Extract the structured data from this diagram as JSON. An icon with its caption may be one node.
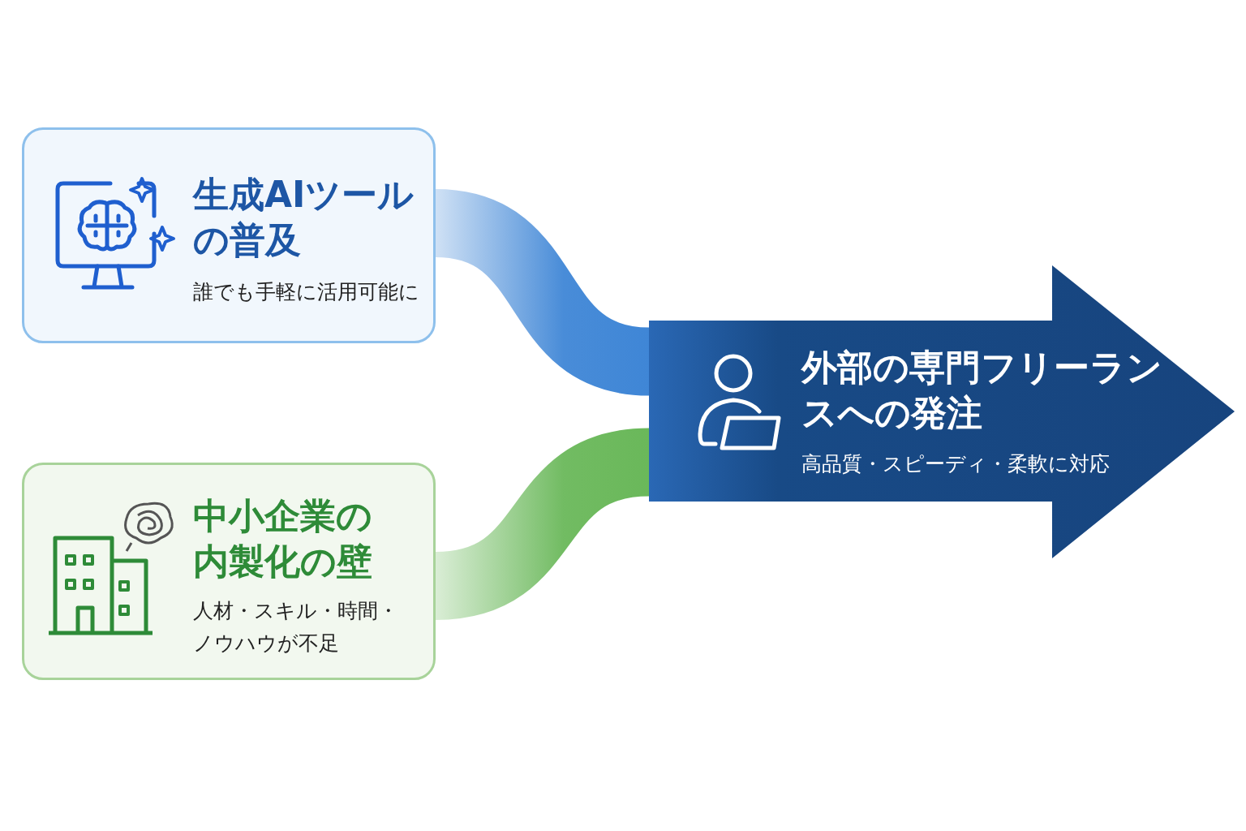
{
  "diagram": {
    "nodes": [
      {
        "text": [
          "生成AIツールの普及",
          "誰でも手軽に活用可能に"
        ]
      },
      {
        "text": [
          "中小企業の内製化の壁",
          "人材・スキル・時間・ノウハウが不足"
        ]
      },
      {
        "text": [
          "外部の専門フリーランスへの発注",
          "高品質・スピーディ・柔軟に対応"
        ]
      }
    ],
    "edges": [
      {
        "from": 0,
        "to": 2,
        "arrow": "none",
        "style": "thick",
        "color": "#3f86d6"
      },
      {
        "from": 1,
        "to": 2,
        "arrow": "none",
        "style": "thick",
        "color": "#6ab85a"
      }
    ]
  }
}
